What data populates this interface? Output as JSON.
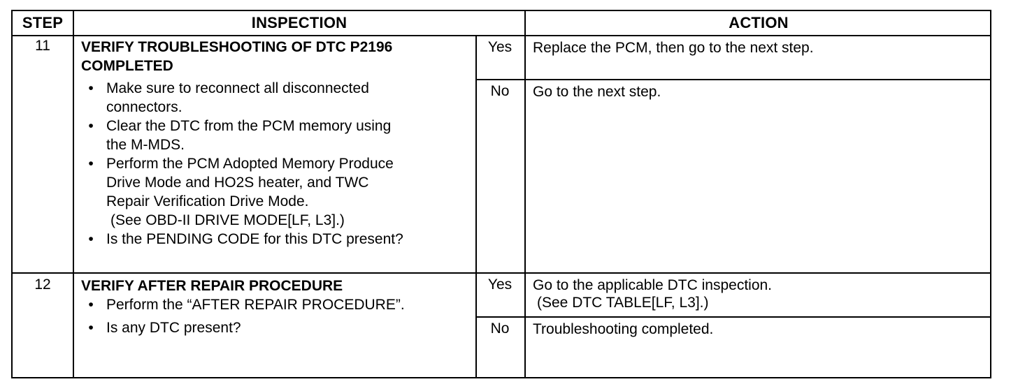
{
  "header": {
    "step": "STEP",
    "inspection": "INSPECTION",
    "action": "ACTION"
  },
  "rows": [
    {
      "step": "11",
      "title_line1": "VERIFY TROUBLESHOOTING OF DTC P2196",
      "title_line2": "COMPLETED",
      "bullets": [
        {
          "text": "Make sure to reconnect all disconnected",
          "cont": "connectors."
        },
        {
          "text": "Clear the DTC from the PCM memory using",
          "cont": "the M-MDS."
        },
        {
          "text": "Perform the PCM Adopted Memory Produce",
          "cont": "Drive Mode and HO2S heater, and TWC",
          "cont2": "Repair Verification Drive Mode."
        }
      ],
      "note": "(See OBD-II DRIVE MODE[LF, L3].)",
      "last_bullet": "Is the PENDING CODE for this DTC present?",
      "yes_label": "Yes",
      "yes_action": "Replace the PCM, then go to the next step.",
      "no_label": "No",
      "no_action": "Go to the next step."
    },
    {
      "step": "12",
      "title_line1": "VERIFY AFTER REPAIR PROCEDURE",
      "bullets": [
        {
          "text": "Perform the “AFTER REPAIR PROCEDURE”."
        },
        {
          "text": "Is any DTC present?"
        }
      ],
      "yes_label": "Yes",
      "yes_action": "Go to the applicable DTC inspection.",
      "yes_note": "(See DTC TABLE[LF, L3].)",
      "no_label": "No",
      "no_action": "Troubleshooting completed."
    }
  ],
  "bullet_glyph": "•"
}
